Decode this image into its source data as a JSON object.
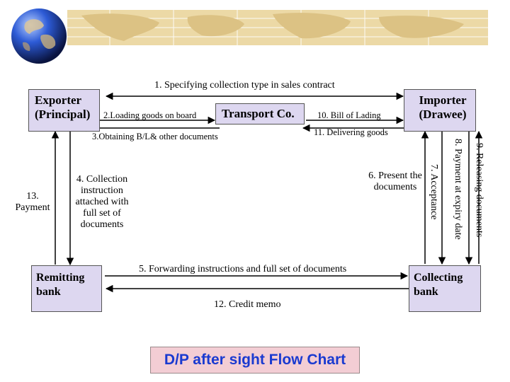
{
  "header": {
    "globe_icon": "globe-icon"
  },
  "nodes": {
    "exporter": "Exporter\n(Principal)",
    "importer": "Importer\n(Drawee)",
    "remitting_bank": "Remitting\nbank",
    "collecting_bank": "Collecting\nbank",
    "transport": "Transport Co."
  },
  "steps": {
    "s1": "1. Specifying collection type in sales contract",
    "s2": "2.Loading goods on board",
    "s3": "3.Obtaining B/L& other documents",
    "s4": "4. Collection instruction attached with full set of documents",
    "s5": "5. Forwarding instructions and full set of documents",
    "s6": "6. Present the documents",
    "s7": "7. Acceptance",
    "s8": "8. Payment at expiry date",
    "s9": "9. Releasing documents",
    "s10": "10. Bill of Lading",
    "s11": "11. Delivering goods",
    "s12": "12. Credit memo",
    "s13": "13. Payment"
  },
  "title": "D/P after sight Flow Chart",
  "colors": {
    "box_fill": "#ddd7f0",
    "map_band": "#ecd9a6",
    "title_fill": "#f3cdd4",
    "title_text": "#1a3ad0"
  }
}
